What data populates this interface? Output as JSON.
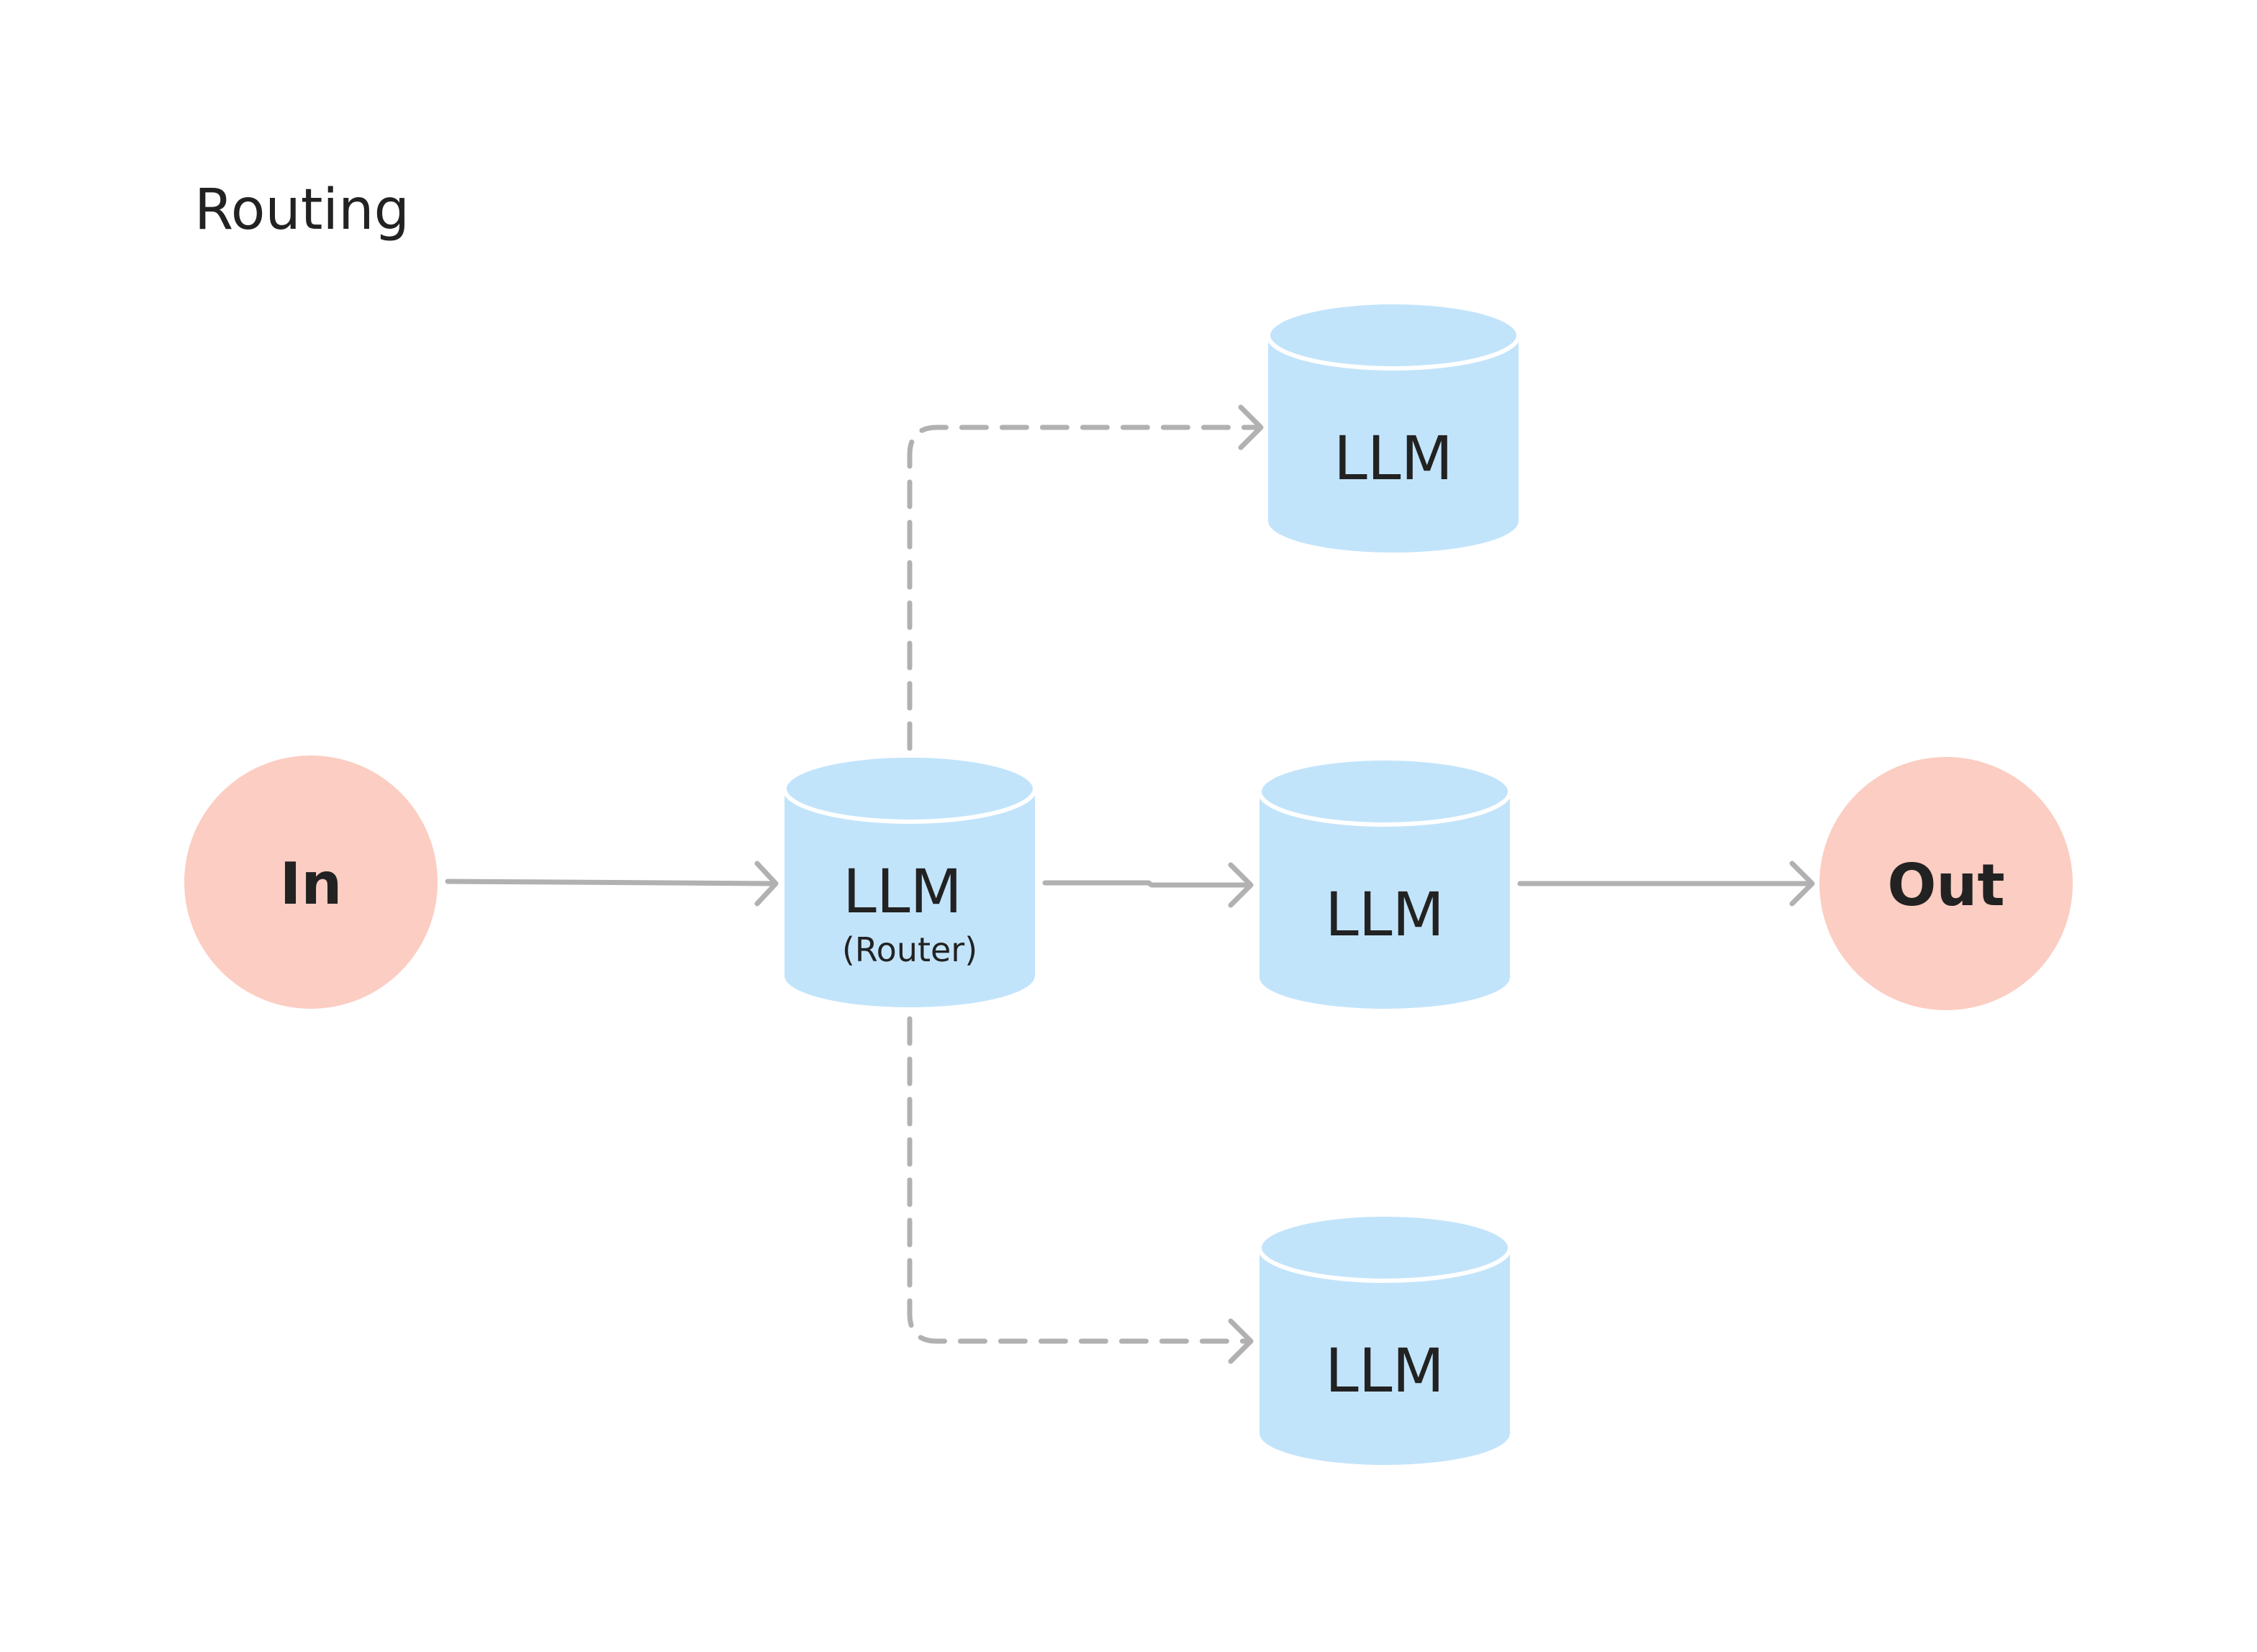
{
  "title": "Routing",
  "colors": {
    "text": "#222222",
    "circle_fill": "#fccdc2",
    "cylinder_fill": "#c2e4fb",
    "cylinder_rim": "#ffffff",
    "connector": "#b1b1b1"
  },
  "nodes": {
    "input": {
      "label": "In"
    },
    "router": {
      "label": "LLM",
      "sublabel": "(Router)"
    },
    "llm_top": {
      "label": "LLM"
    },
    "llm_middle": {
      "label": "LLM"
    },
    "llm_bottom": {
      "label": "LLM"
    },
    "output": {
      "label": "Out"
    }
  },
  "edges": [
    {
      "from": "In",
      "to": "LLM (Router)",
      "style": "solid"
    },
    {
      "from": "LLM (Router)",
      "to": "LLM",
      "style": "dashed"
    },
    {
      "from": "LLM (Router)",
      "to": "LLM",
      "style": "solid"
    },
    {
      "from": "LLM (Router)",
      "to": "LLM",
      "style": "dashed"
    },
    {
      "from": "LLM",
      "to": "Out",
      "style": "solid"
    }
  ]
}
